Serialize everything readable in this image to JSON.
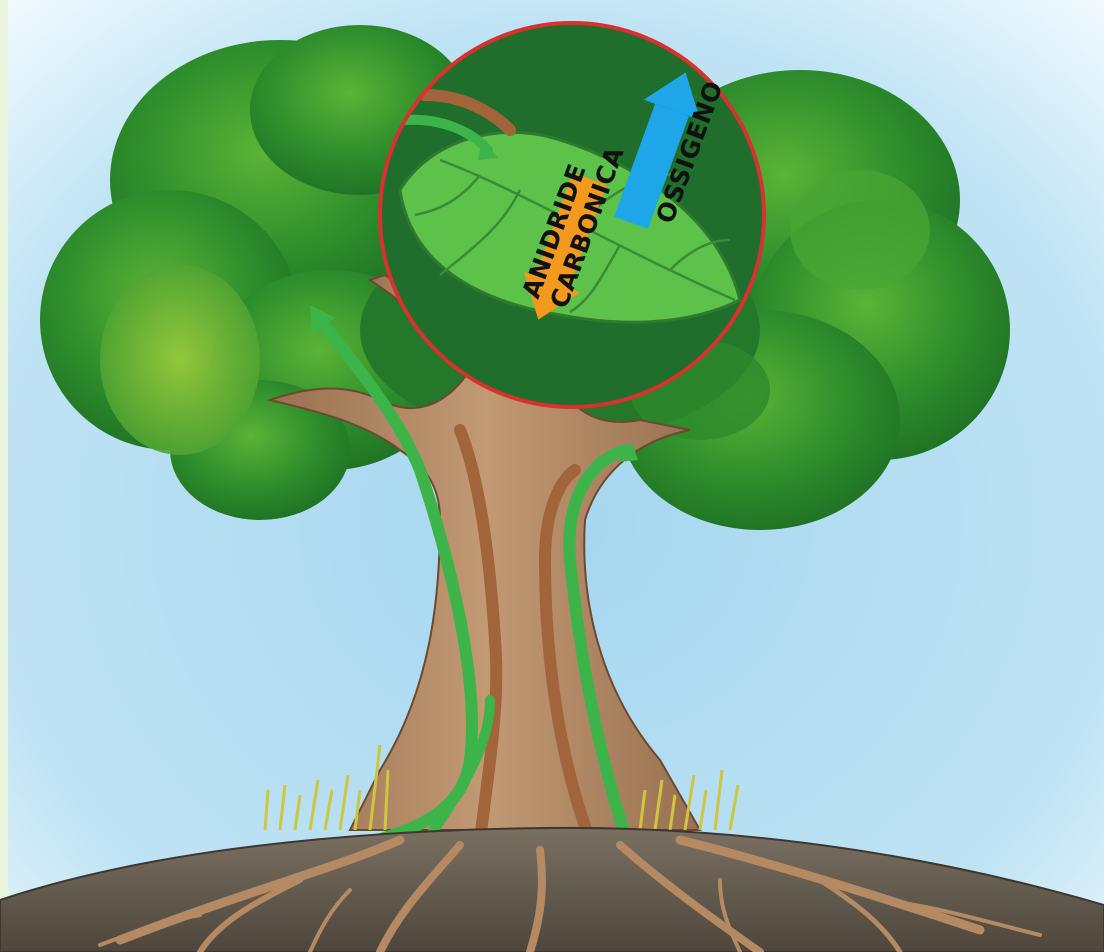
{
  "labels": {
    "anidride_line1": "ANIDRIDE",
    "anidride_line2": "CARBONICA",
    "ossigeno": "OSSIGENO"
  },
  "colors": {
    "sky": "#a8d8f0",
    "sky_edge": "#f4fbff",
    "frame": "#e6f3d6",
    "canopy_dark": "#1f7a26",
    "canopy_mid": "#3a9a30",
    "canopy_light": "#63b83a",
    "trunk": "#b58a63",
    "trunk_shadow": "#8a6240",
    "soil": "#6e6456",
    "soil_dark": "#4e463c",
    "root": "#b58a63",
    "sap_up": "#3cb44a",
    "sap_down": "#a2643a",
    "grass": "#d6d24a",
    "magnifier_ring": "#d93030",
    "magnifier_bg": "#1f6e2c",
    "leaf": "#5cc24a",
    "leaf_vein": "#3a8a3a",
    "arrow_co2": "#f39a1e",
    "arrow_o2": "#1ea6e8"
  },
  "icons": {
    "magnifier": "leaf-magnifier-icon",
    "oxygen_arrow": "arrow-up-blue-icon",
    "co2_arrow": "arrow-down-orange-icon"
  }
}
